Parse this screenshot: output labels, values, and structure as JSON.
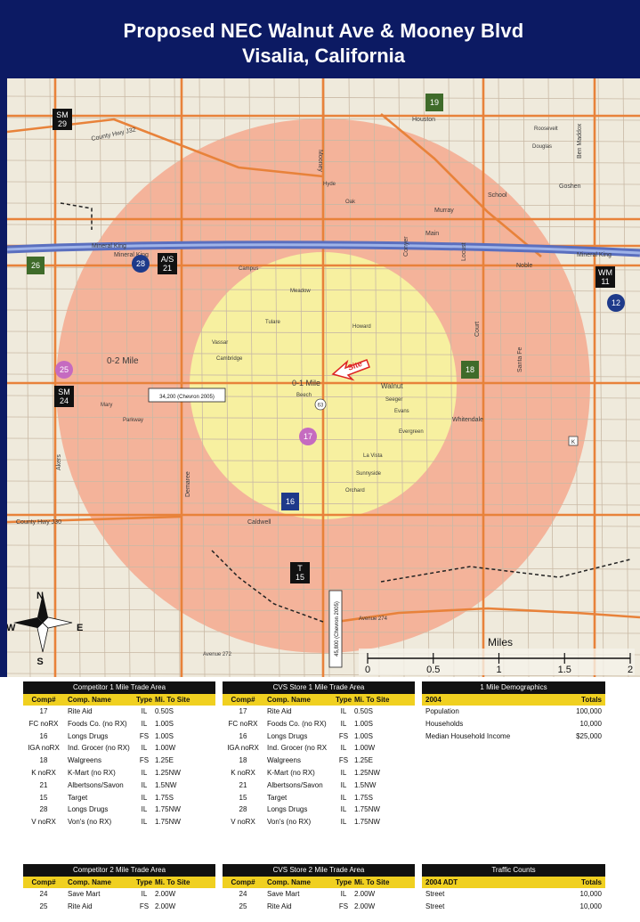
{
  "title": {
    "line1": "Proposed NEC Walnut Ave & Mooney Blvd",
    "line2": "Visalia, California"
  },
  "map": {
    "site_label": "Site",
    "ring_labels": {
      "inner": "0-1 Mile",
      "outer": "0-2 Mile"
    },
    "traffic": {
      "walnut": "34,200 (Chevron 2005)",
      "mooney": "45,800 (Chevron 2005)"
    },
    "route_shield": "63",
    "markers": [
      {
        "text": "SM\n29",
        "kind": "black"
      },
      {
        "text": "19",
        "kind": "green"
      },
      {
        "text": "26",
        "kind": "green"
      },
      {
        "text": "28",
        "kind": "blue-circle"
      },
      {
        "text": "A/S\n21",
        "kind": "black"
      },
      {
        "text": "WM\n11",
        "kind": "black"
      },
      {
        "text": "12",
        "kind": "blue-circle"
      },
      {
        "text": "25",
        "kind": "pink-circle"
      },
      {
        "text": "SM\n24",
        "kind": "black"
      },
      {
        "text": "18",
        "kind": "green"
      },
      {
        "text": "17",
        "kind": "pink-circle"
      },
      {
        "text": "16",
        "kind": "blue"
      },
      {
        "text": "T\n15",
        "kind": "black"
      },
      {
        "text": "K",
        "kind": "small"
      }
    ],
    "streets": [
      "Mineral King",
      "Mineral King",
      "Mineral King",
      "County Hwy J32",
      "County Hwy J30",
      "Caldwell",
      "Walnut",
      "Whitendale",
      "Noble",
      "Main",
      "Murray",
      "Goshen",
      "Houston",
      "Mooney",
      "Court",
      "Santa Fe",
      "Demaree",
      "Akers",
      "Conyer",
      "Locust",
      "School",
      "Ben Maddox",
      "Avenue 274",
      "Avenue 272",
      "Campus",
      "Meadow",
      "Howard",
      "Cambridge",
      "Vassar",
      "Sunnyside",
      "Orchard",
      "Beech",
      "Evergreen",
      "Seeger",
      "La Vista",
      "Tulare",
      "Douglas",
      "Evans",
      "Mary",
      "Parkway",
      "Roosevelt",
      "Oak",
      "Hyde"
    ],
    "scale": {
      "title": "Miles",
      "ticks": [
        "0",
        "0.5",
        "1",
        "1.5",
        "2"
      ]
    },
    "compass": {
      "n": "N",
      "s": "S",
      "e": "E",
      "w": "W"
    }
  },
  "tables": {
    "comp1": {
      "header": "Competitor 1 Mile Trade Area",
      "columns": [
        "Comp#",
        "Comp. Name",
        "Type",
        "Mi. To Site"
      ],
      "rows": [
        [
          "17",
          "Rite Aid",
          "IL",
          "0.50S"
        ],
        [
          "FC noRX",
          "Foods Co. (no RX)",
          "IL",
          "1.00S"
        ],
        [
          "16",
          "Longs Drugs",
          "FS",
          "1.00S"
        ],
        [
          "IGA noRX",
          "Ind. Grocer (no RX)",
          "IL",
          "1.00W"
        ],
        [
          "18",
          "Walgreens",
          "FS",
          "1.25E"
        ],
        [
          "K noRX",
          "K-Mart (no RX)",
          "IL",
          "1.25NW"
        ],
        [
          "21",
          "Albertsons/Savon",
          "IL",
          "1.5NW"
        ],
        [
          "15",
          "Target",
          "IL",
          "1.75S"
        ],
        [
          "28",
          "Longs Drugs",
          "IL",
          "1.75NW"
        ],
        [
          "V noRX",
          "Von's (no RX)",
          "IL",
          "1.75NW"
        ]
      ]
    },
    "cvs1": {
      "header": "CVS Store 1 Mile Trade Area",
      "columns": [
        "Comp#",
        "Comp. Name",
        "Type",
        "Mi. To Site"
      ],
      "rows": [
        [
          "17",
          "Rite Aid",
          "IL",
          "0.50S"
        ],
        [
          "FC noRX",
          "Foods Co. (no RX)",
          "IL",
          "1.00S"
        ],
        [
          "16",
          "Longs Drugs",
          "FS",
          "1.00S"
        ],
        [
          "IGA noRX",
          "Ind. Grocer (no RX",
          "IL",
          "1.00W"
        ],
        [
          "18",
          "Walgreens",
          "FS",
          "1.25E"
        ],
        [
          "K noRX",
          "K-Mart (no RX)",
          "IL",
          "1.25NW"
        ],
        [
          "21",
          "Albertsons/Savon",
          "IL",
          "1.5NW"
        ],
        [
          "15",
          "Target",
          "IL",
          "1.75S"
        ],
        [
          "28",
          "Longs Drugs",
          "IL",
          "1.75NW"
        ],
        [
          "V noRX",
          "Von's (no RX)",
          "IL",
          "1.75NW"
        ]
      ]
    },
    "demo": {
      "header": "1 Mile Demographics",
      "columns": [
        "2004",
        "Totals"
      ],
      "rows": [
        [
          "Population",
          "100,000"
        ],
        [
          "Households",
          "10,000"
        ],
        [
          "Median Household Income",
          "$25,000"
        ]
      ]
    },
    "comp2": {
      "header": "Competitor 2 Mile Trade Area",
      "columns": [
        "Comp#",
        "Comp. Name",
        "Type",
        "Mi. To Site"
      ],
      "rows": [
        [
          "24",
          "Save Mart",
          "IL",
          "2.00W"
        ],
        [
          "25",
          "Rite Aid",
          "FS",
          "2.00W"
        ]
      ]
    },
    "cvs2": {
      "header": "CVS Store 2 Mile Trade Area",
      "columns": [
        "Comp#",
        "Comp. Name",
        "Type",
        "Mi. To Site"
      ],
      "rows": [
        [
          "24",
          "Save Mart",
          "IL",
          "2.00W"
        ],
        [
          "25",
          "Rite Aid",
          "FS",
          "2.00W"
        ]
      ]
    },
    "traffic": {
      "header": "Traffic Counts",
      "columns": [
        "2004 ADT",
        "Totals"
      ],
      "rows": [
        [
          "Street",
          "10,000"
        ],
        [
          "Street",
          "10,000"
        ]
      ]
    }
  },
  "colors": {
    "header_bg": "#0c1a63",
    "ring_outer": "#f4b39a",
    "ring_inner": "#f7f0a0",
    "road": "#e8823a",
    "table_header": "#f0d020"
  }
}
